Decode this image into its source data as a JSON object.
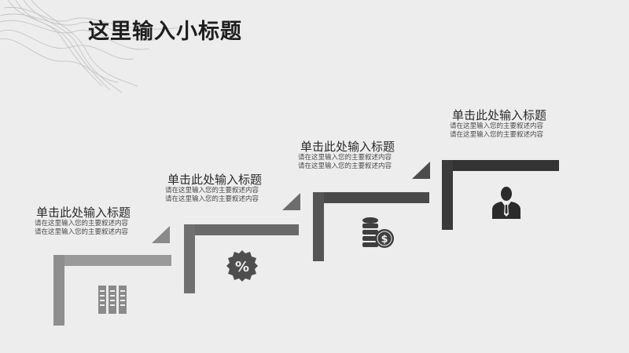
{
  "header": {
    "title": "这里输入小标题"
  },
  "steps": [
    {
      "title": "单击此处输入标题",
      "desc1": "请在这里输入您的主要叙述内容",
      "desc2": "请在这里输入您的主要叙述内容",
      "icon": "server-icon"
    },
    {
      "title": "单击此处输入标题",
      "desc1": "请在这里输入您的主要叙述内容",
      "desc2": "请在这里输入您的主要叙述内容",
      "icon": "percent-icon",
      "icon_text": "%"
    },
    {
      "title": "单击此处输入标题",
      "desc1": "请在这里输入您的主要叙述内容",
      "desc2": "请在这里输入您的主要叙述内容",
      "icon": "coins-icon",
      "icon_text": "$"
    },
    {
      "title": "单击此处输入标题",
      "desc1": "请在这里输入您的主要叙述内容",
      "desc2": "请在这里输入您的主要叙述内容",
      "icon": "businessman-icon"
    }
  ],
  "colors": {
    "background": "#ededed",
    "dark": "#3a3a3a",
    "mid": "#6d6d6d",
    "light": "#8a8a8a"
  }
}
